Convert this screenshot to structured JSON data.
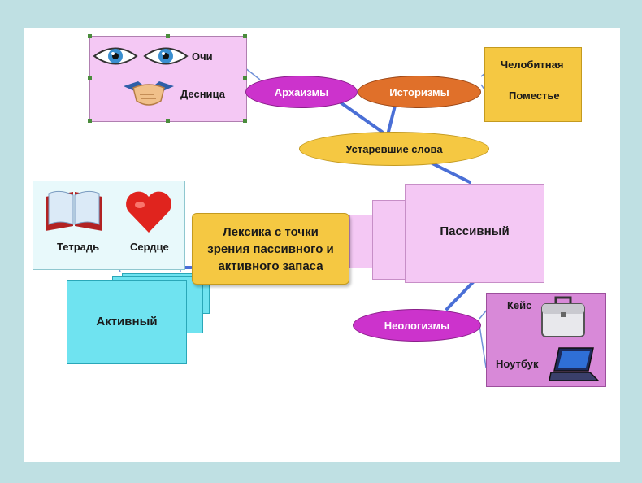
{
  "nodes": {
    "center": "Лексика с точки зрения пассивного и активного запаса",
    "passive": "Пассивный",
    "active": "Активный",
    "obsolete": "Устаревшие слова",
    "archaisms": "Архаизмы",
    "historisms": "Историзмы",
    "neologisms": "Неологизмы"
  },
  "leaves": {
    "ochi": "Очи",
    "desnitsa": "Десница",
    "chelobitnaya": "Челобитная",
    "pomestye": "Поместье",
    "tetrad": "Тетрадь",
    "serdtse": "Сердце",
    "keis": "Кейс",
    "noutbuk": "Ноутбук"
  },
  "colors": {
    "background": "#bfe0e3",
    "violet": "#cc33cc",
    "orange": "#e0702a",
    "yellow": "#f5c842",
    "pink_box": "#f4c8f4",
    "cyan_box": "#6fe3f0",
    "line": "#4a6fd6"
  },
  "icons": [
    "eye-icon",
    "eye-icon",
    "handshake-icon",
    "book-icon",
    "heart-icon",
    "briefcase-icon",
    "laptop-icon"
  ]
}
